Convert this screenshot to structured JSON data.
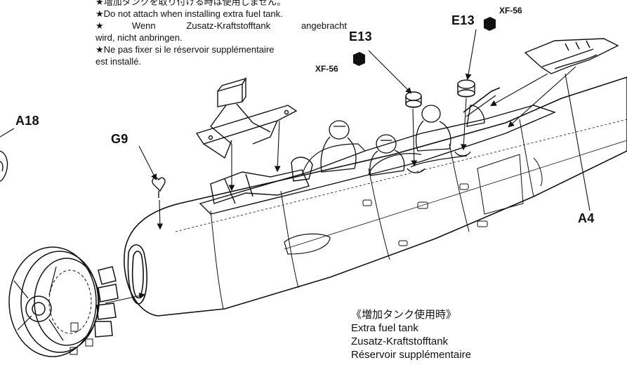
{
  "notes": {
    "jp_partial": "★増加タンクを取り付ける時は使用しません。",
    "en": "★Do not attach when installing extra fuel tank.",
    "de_line1": "★Wenn Zusatz-Kraftstofftank angebracht",
    "de_line2": "wird, nicht anbringen.",
    "fr_line1": "★Ne pas fixer si le réservoir supplémentaire",
    "fr_line2": "est installé."
  },
  "parts": {
    "a18": "A18",
    "g9": "G9",
    "e13_left": "E13",
    "e13_right": "E13",
    "a4": "A4"
  },
  "paint": {
    "left": "XF-56",
    "right": "XF-56"
  },
  "fuel_tank": {
    "jp": "《増加タンク使用時》",
    "en": "Extra fuel tank",
    "de": "Zusatz-Kraftstofftank",
    "fr": "Réservoir supplémentaire"
  },
  "colors": {
    "ink": "#111111",
    "paper": "#ffffff"
  }
}
